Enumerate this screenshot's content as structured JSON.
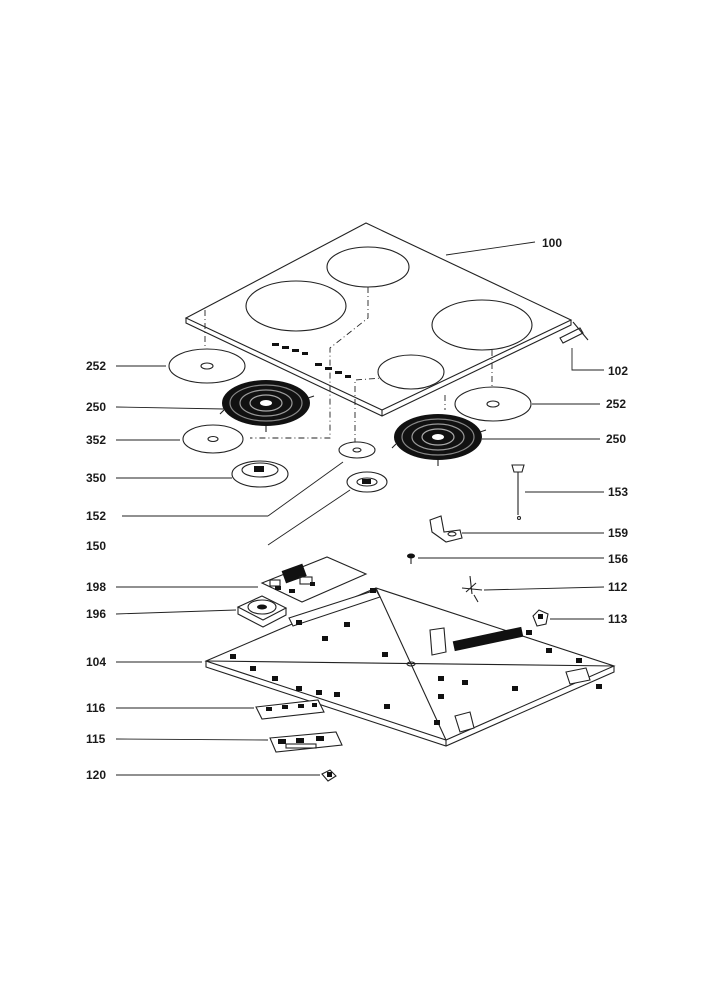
{
  "diagram": {
    "callouts": [
      {
        "id": "100",
        "label": "100"
      },
      {
        "id": "102",
        "label": "102"
      },
      {
        "id": "252a",
        "label": "252"
      },
      {
        "id": "250a",
        "label": "250"
      },
      {
        "id": "352",
        "label": "352"
      },
      {
        "id": "350",
        "label": "350"
      },
      {
        "id": "152",
        "label": "152"
      },
      {
        "id": "150",
        "label": "150"
      },
      {
        "id": "252b",
        "label": "252"
      },
      {
        "id": "250b",
        "label": "250"
      },
      {
        "id": "153",
        "label": "153"
      },
      {
        "id": "159",
        "label": "159"
      },
      {
        "id": "156",
        "label": "156"
      },
      {
        "id": "198",
        "label": "198"
      },
      {
        "id": "112",
        "label": "112"
      },
      {
        "id": "196",
        "label": "196"
      },
      {
        "id": "113",
        "label": "113"
      },
      {
        "id": "104",
        "label": "104"
      },
      {
        "id": "116",
        "label": "116"
      },
      {
        "id": "115",
        "label": "115"
      },
      {
        "id": "120",
        "label": "120"
      }
    ]
  }
}
